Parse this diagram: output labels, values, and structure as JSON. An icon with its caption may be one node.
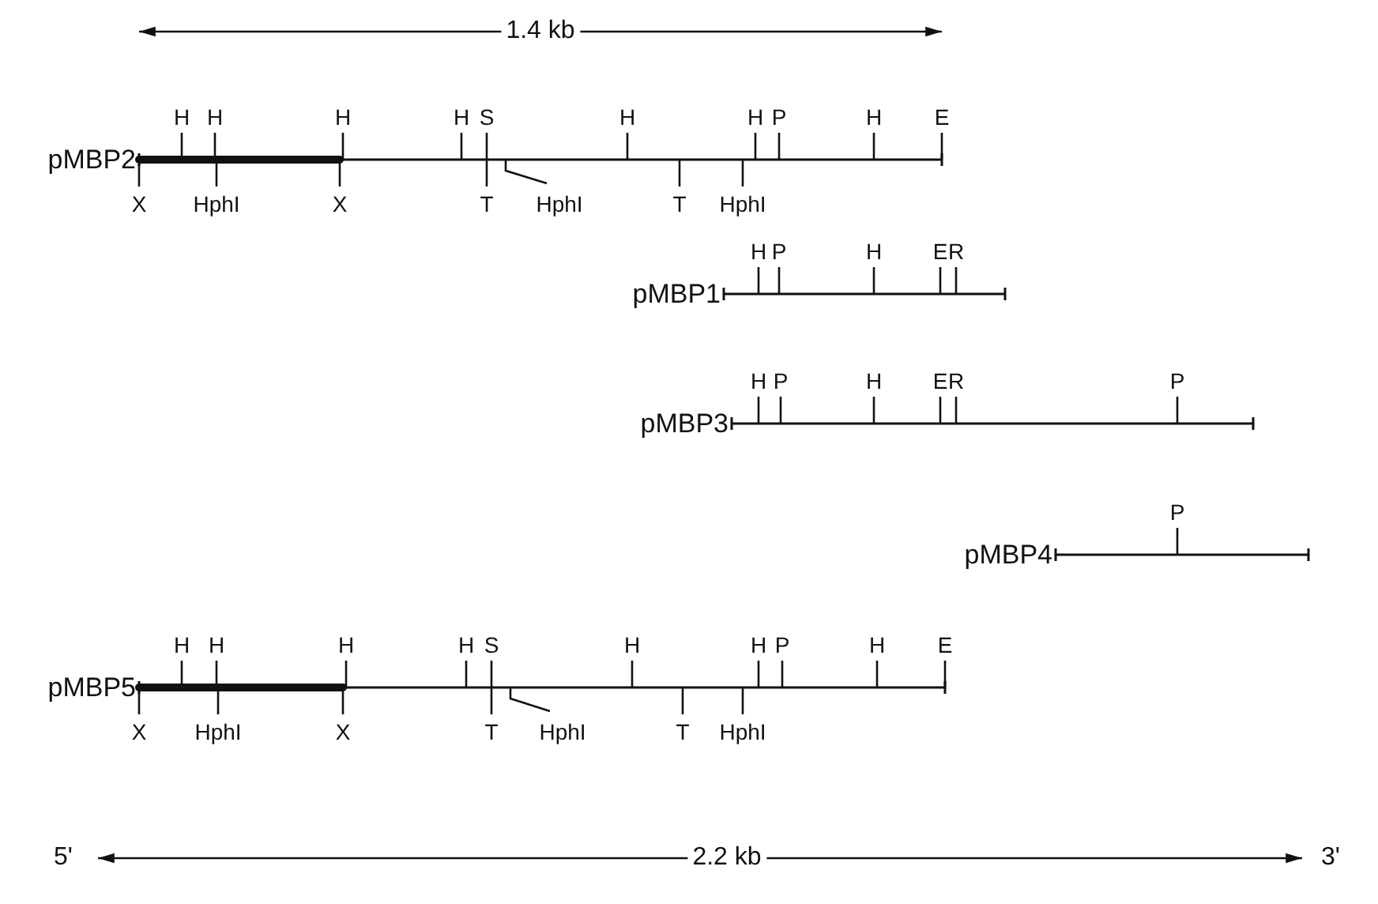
{
  "diagram": {
    "labels": [
      "1.4 kb",
      "H",
      "H",
      "H",
      "H",
      "S",
      "H",
      "H",
      "P",
      "H",
      "E",
      "pMBP2",
      "X",
      "HphI",
      "X",
      "T",
      "HphI",
      "T",
      "HphI",
      "H",
      "P",
      "H",
      "E",
      "R",
      "pMBP1",
      "H",
      "P",
      "H",
      "E",
      "R",
      "P",
      "pMBP3",
      "P",
      "pMBP4",
      "H",
      "H",
      "H",
      "H",
      "S",
      "H",
      "H",
      "P",
      "H",
      "E",
      "pMBP5",
      "X",
      "HphI",
      "X",
      "T",
      "HphI",
      "T",
      "HphI",
      "5'",
      "2.2 kb",
      "3'"
    ]
  }
}
